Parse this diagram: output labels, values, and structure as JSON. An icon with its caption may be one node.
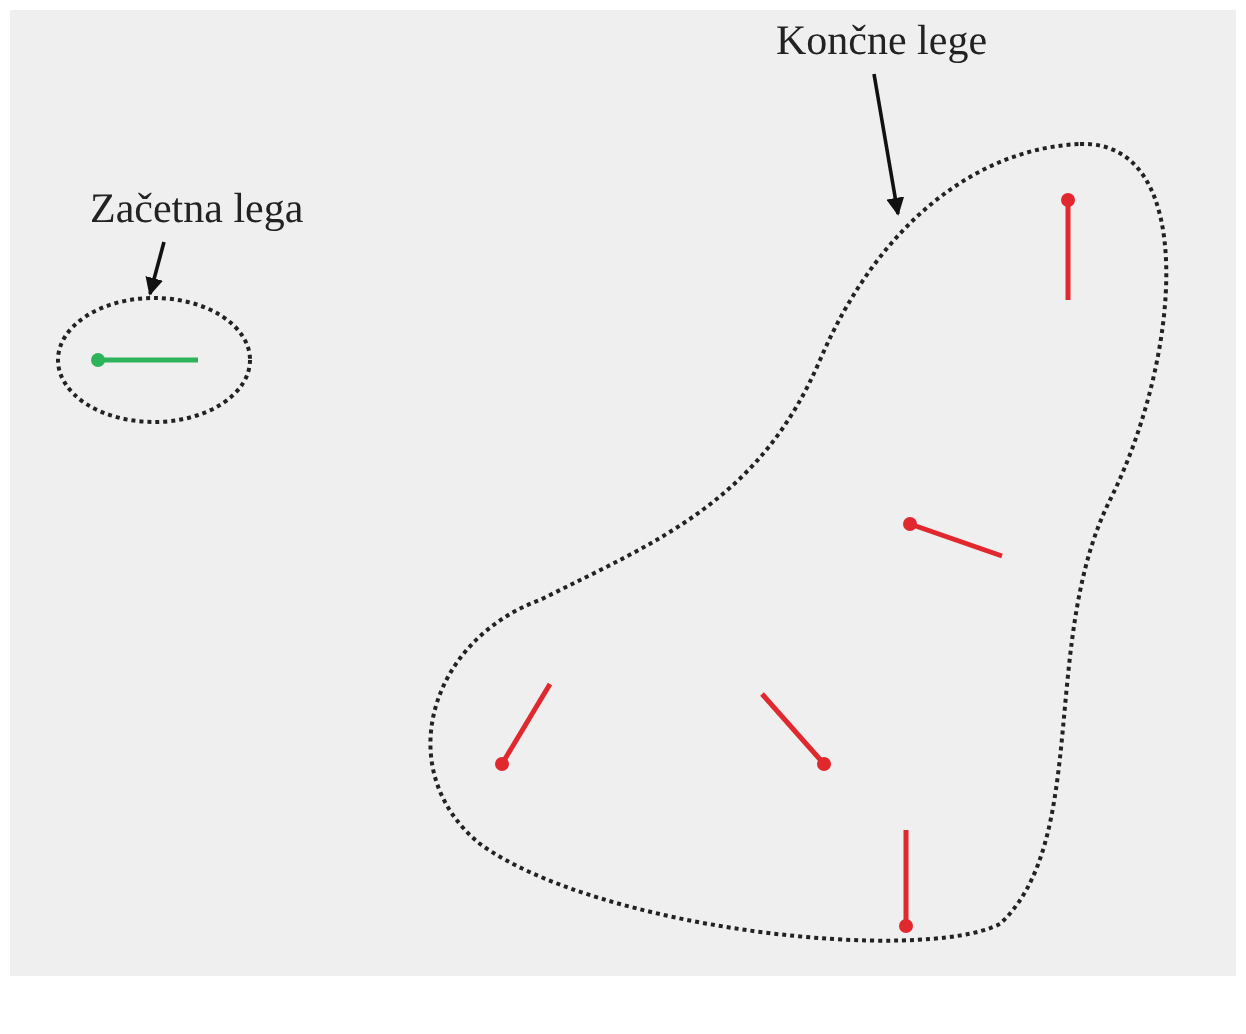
{
  "diagram": {
    "nodes": [
      {
        "text": [
          "Začetna lega"
        ]
      },
      {
        "text": [],
        "shape": "ellipse"
      },
      {
        "text": [],
        "shape": "pin",
        "in": 1
      },
      {
        "text": [
          "Končne lege"
        ]
      },
      {
        "text": [],
        "shape": "blob"
      },
      {
        "text": [],
        "shape": "pin",
        "in": 4
      },
      {
        "text": [],
        "shape": "pin",
        "in": 4
      },
      {
        "text": [],
        "shape": "pin",
        "in": 4
      },
      {
        "text": [],
        "shape": "pin",
        "in": 4
      },
      {
        "text": [],
        "shape": "pin",
        "in": 4
      }
    ],
    "edges": [
      {
        "from": 0,
        "to": 1,
        "arrow": "to"
      },
      {
        "from": 3,
        "to": 4,
        "arrow": "to"
      }
    ]
  }
}
